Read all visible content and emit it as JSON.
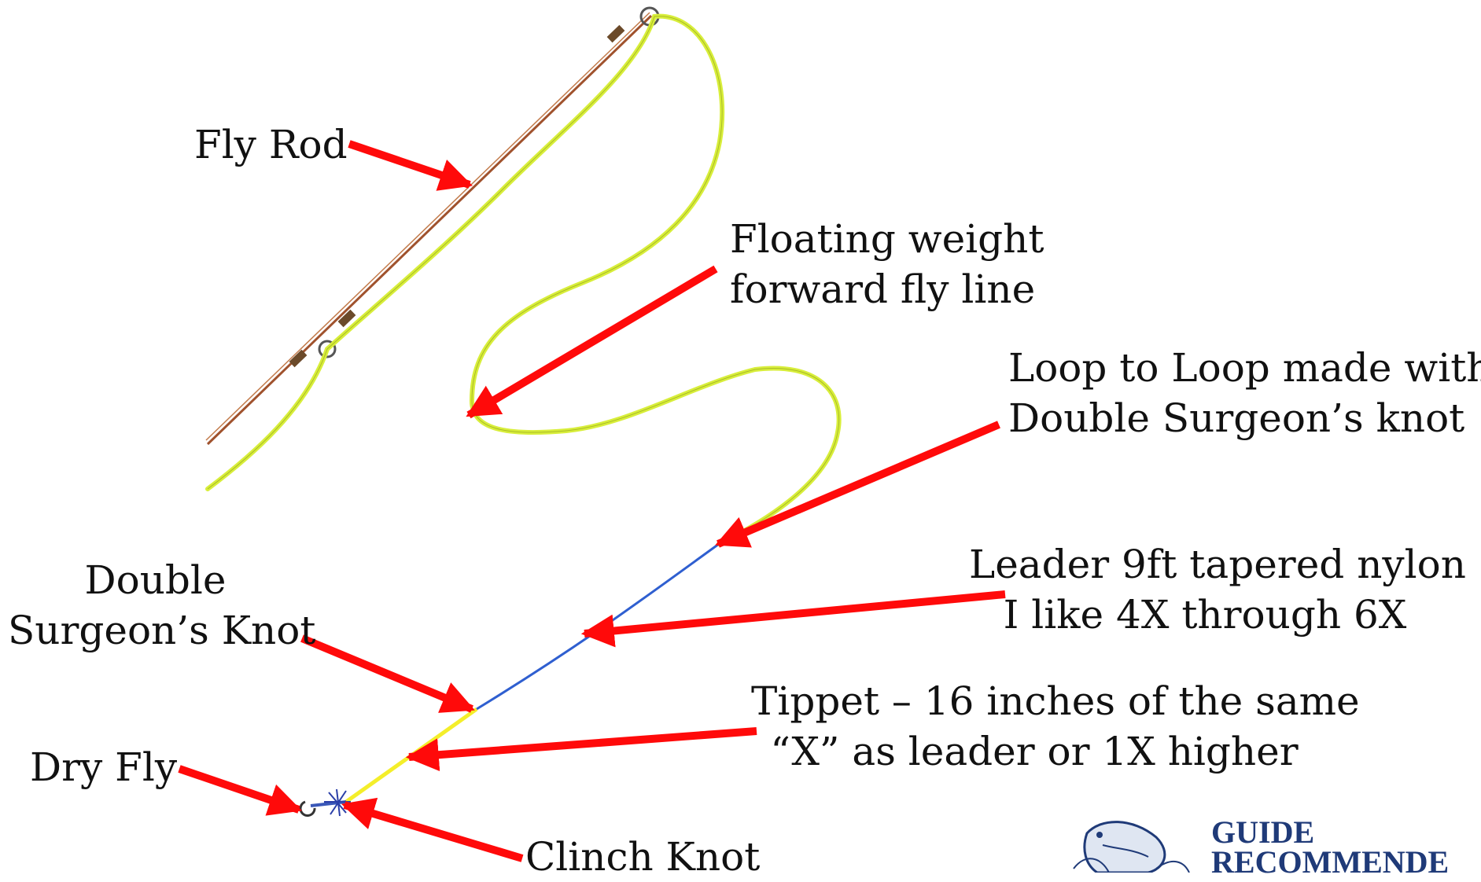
{
  "labels": {
    "fly_rod": "Fly Rod",
    "fly_line": [
      "Floating weight",
      "forward fly line"
    ],
    "loop_to_loop": [
      "Loop to Loop made with",
      "Double Surgeon’s knot"
    ],
    "leader": [
      "Leader 9ft tapered nylon",
      "I like 4X through 6X"
    ],
    "double_surgeon": [
      "Double",
      "Surgeon’s Knot"
    ],
    "tippet": [
      "Tippet – 16 inches of the same",
      "“X” as leader or 1X higher"
    ],
    "dry_fly": "Dry Fly",
    "clinch_knot": "Clinch Knot"
  },
  "logo": {
    "line1": "GUIDE",
    "line2": "RECOMMENDE"
  },
  "colors": {
    "arrow": "#ff0a0a",
    "rod": "#a0522d",
    "fly_line": "#d8ee3a",
    "leader": "#2f5fd0",
    "tippet": "#f4ee2a",
    "logo": "#1f3a78"
  }
}
